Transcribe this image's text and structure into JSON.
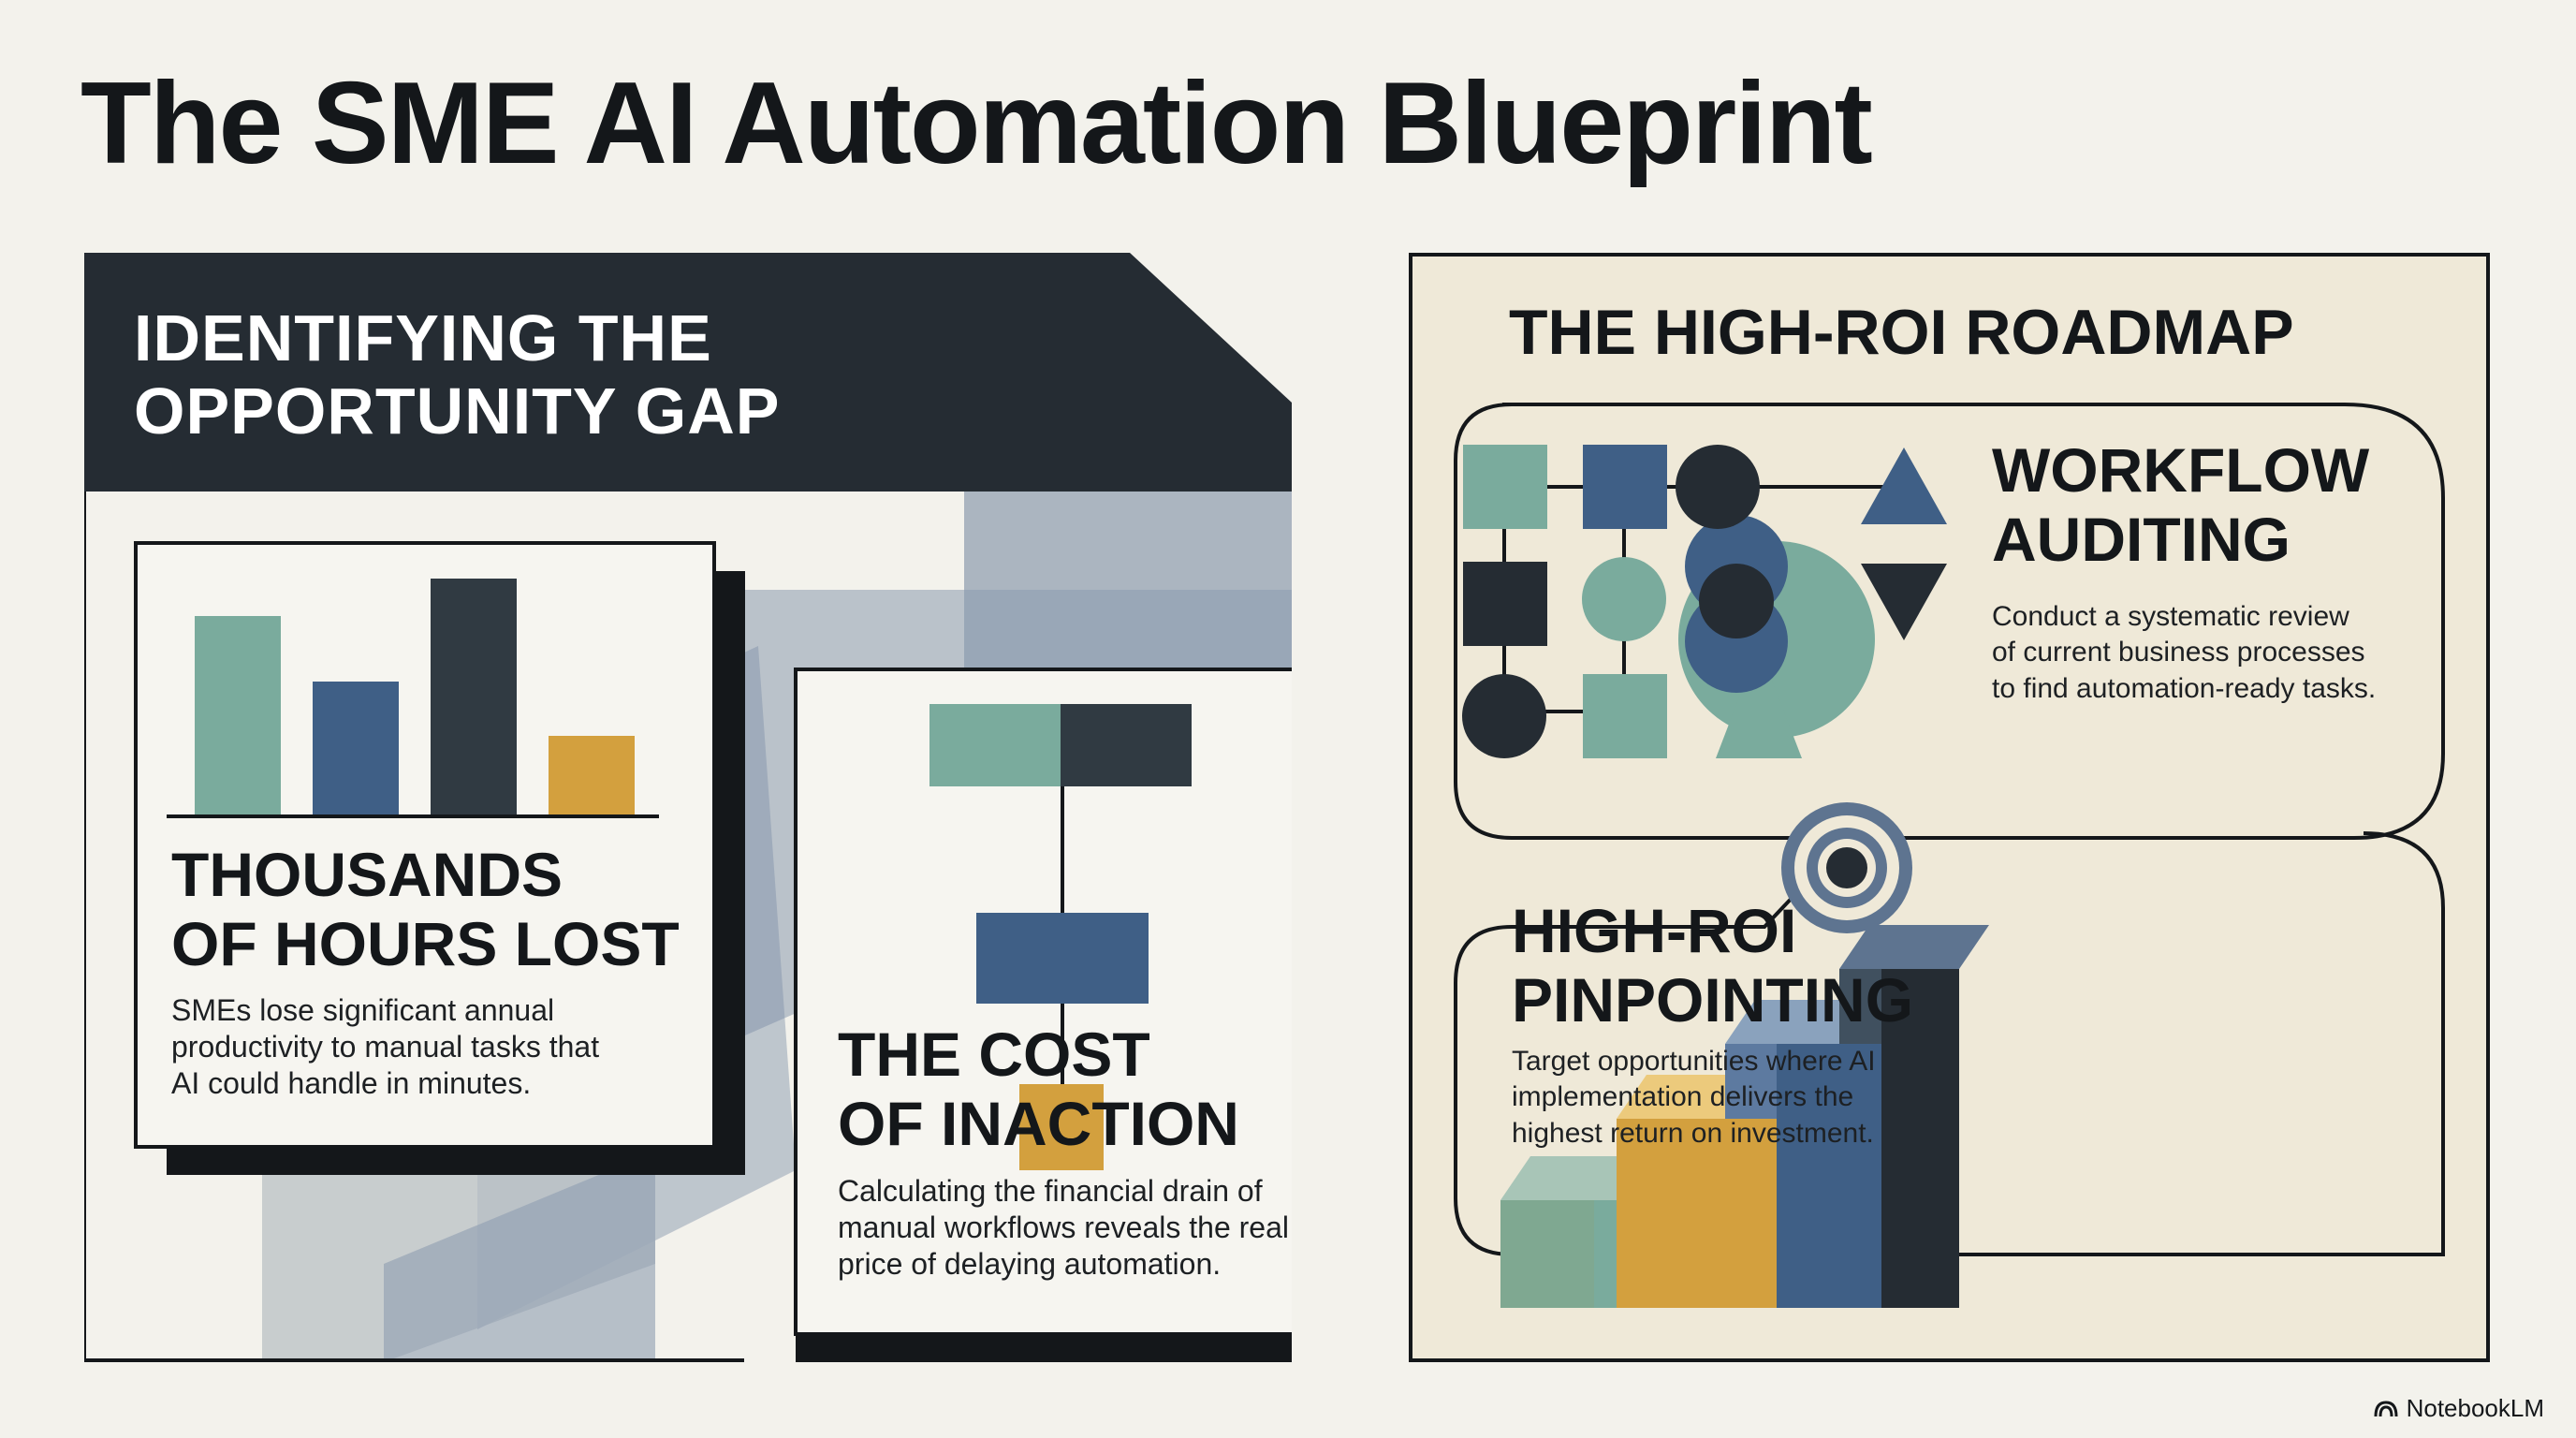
{
  "title": "The SME AI Automation Blueprint",
  "left_section": {
    "header_lines": [
      "IDENTIFYING THE",
      "OPPORTUNITY GAP"
    ],
    "card1": {
      "title_lines": [
        "THOUSANDS",
        "OF HOURS LOST"
      ],
      "body_lines": [
        "SMEs lose significant annual",
        "productivity to manual tasks that",
        "AI could handle in minutes."
      ]
    },
    "card2": {
      "title_lines": [
        "THE COST",
        "OF INACTION"
      ],
      "body_lines": [
        "Calculating the financial drain of",
        "manual workflows reveals the real",
        "price of delaying automation."
      ]
    }
  },
  "right_section": {
    "header": "THE HIGH-ROI ROADMAP",
    "workflow": {
      "title_lines": [
        "WORKFLOW",
        "AUDITING"
      ],
      "body_lines": [
        "Conduct a systematic review",
        "of current business processes",
        "to find automation-ready tasks."
      ]
    },
    "pinpointing": {
      "title_lines": [
        "HIGH-ROI",
        "PINPOINTING"
      ],
      "body_lines": [
        "Target opportunities where AI",
        "implementation delivers the",
        "highest return on investment."
      ]
    }
  },
  "brand": {
    "name": "NotebookLM",
    "icon": "notebooklm-logo-icon"
  },
  "colors": {
    "background": "#f3f2ec",
    "dark": "#252c33",
    "teal": "#7aab9d",
    "blue": "#3f5f86",
    "mustard": "#d3a03e",
    "slate": "#5e7490",
    "cream": "#efe9d8"
  }
}
